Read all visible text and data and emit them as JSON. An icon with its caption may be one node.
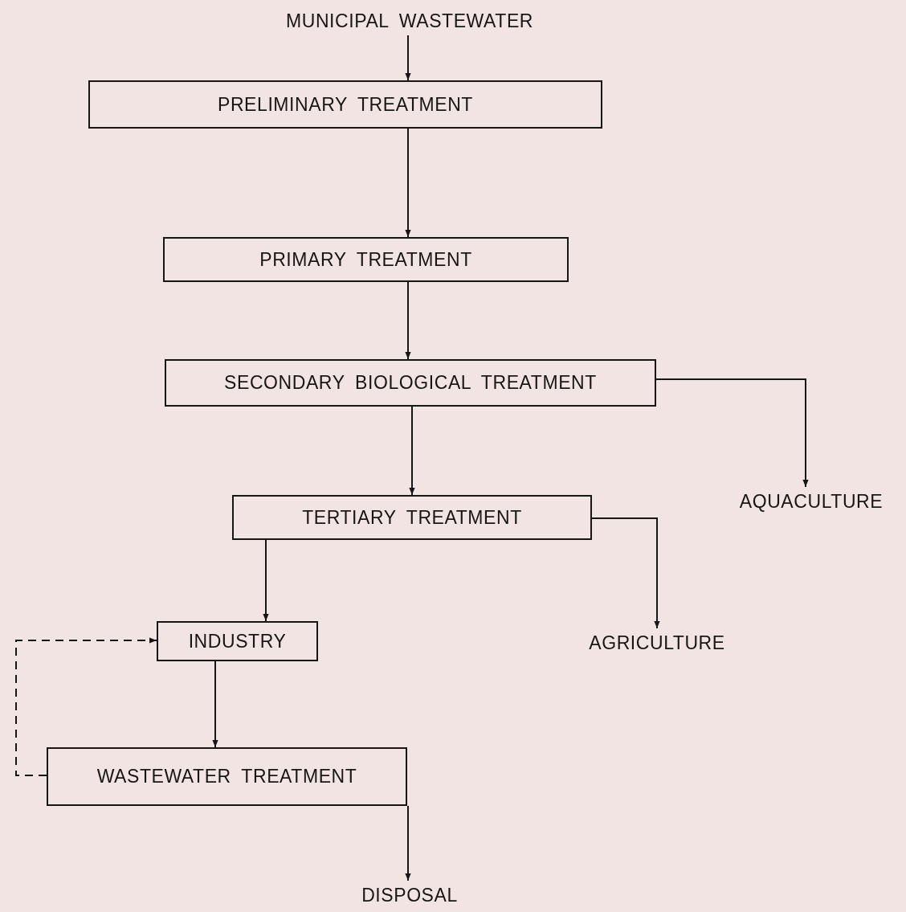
{
  "diagram": {
    "nodes": [
      {
        "text": [
          "MUNICIPAL WASTEWATER"
        ]
      },
      {
        "text": [
          "PRELIMINARY TREATMENT"
        ]
      },
      {
        "text": [
          "PRIMARY TREATMENT"
        ]
      },
      {
        "text": [
          "SECONDARY BIOLOGICAL TREATMENT"
        ]
      },
      {
        "text": [
          "TERTIARY TREATMENT"
        ]
      },
      {
        "text": [
          "AQUACULTURE"
        ]
      },
      {
        "text": [
          "INDUSTRY"
        ]
      },
      {
        "text": [
          "AGRICULTURE"
        ]
      },
      {
        "text": [
          "WASTEWATER TREATMENT"
        ]
      },
      {
        "text": [
          "DISPOSAL"
        ]
      }
    ],
    "edges": [
      {
        "from": 0,
        "to": 1,
        "arrow": "to"
      },
      {
        "from": 1,
        "to": 2,
        "arrow": "to"
      },
      {
        "from": 2,
        "to": 3,
        "arrow": "to"
      },
      {
        "from": 3,
        "to": 4,
        "arrow": "to"
      },
      {
        "from": 3,
        "to": 5,
        "arrow": "to"
      },
      {
        "from": 4,
        "to": 6,
        "arrow": "to"
      },
      {
        "from": 4,
        "to": 7,
        "arrow": "to"
      },
      {
        "from": 6,
        "to": 8,
        "arrow": "to"
      },
      {
        "from": 8,
        "to": 6,
        "arrow": "to",
        "style": "dashed"
      },
      {
        "from": 8,
        "to": 9,
        "arrow": "to"
      }
    ]
  }
}
